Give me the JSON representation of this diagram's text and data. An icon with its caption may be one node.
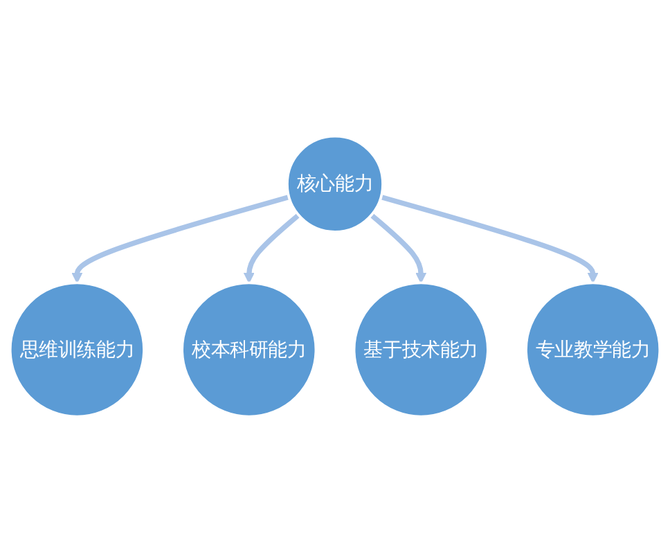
{
  "diagram": {
    "nodes": [
      {
        "text": [
          "思维训练能力"
        ]
      },
      {
        "text": [
          "专业教学能力"
        ]
      },
      {
        "text": [
          "核心能力"
        ]
      },
      {
        "text": [
          "校本科研能力"
        ]
      },
      {
        "text": [
          "基于技术能力"
        ]
      }
    ],
    "edges": [
      {
        "from": 2,
        "to": 0,
        "arrow": "to"
      },
      {
        "from": 2,
        "to": 3,
        "arrow": "to"
      },
      {
        "from": 2,
        "to": 4,
        "arrow": "to"
      },
      {
        "from": 2,
        "to": 1,
        "arrow": "to"
      }
    ]
  }
}
